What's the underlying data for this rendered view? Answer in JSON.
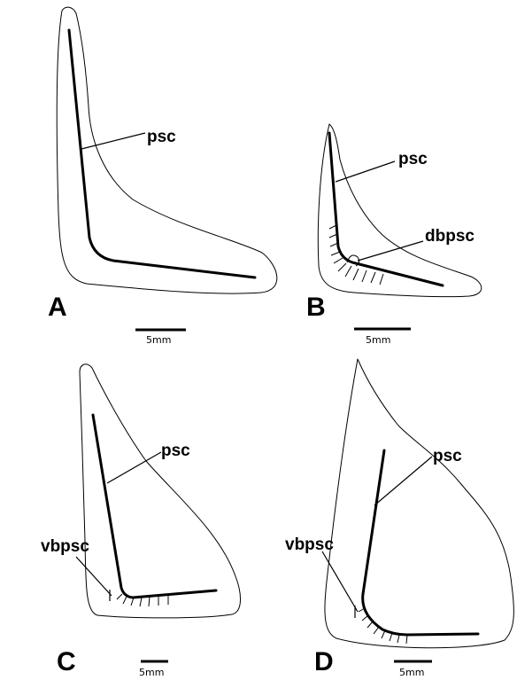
{
  "panels": {
    "A": {
      "letter": "A",
      "labels": [
        "psc"
      ],
      "scale": "5mm"
    },
    "B": {
      "letter": "B",
      "labels": [
        "psc",
        "dbpsc"
      ],
      "scale": "5mm"
    },
    "C": {
      "letter": "C",
      "labels": [
        "psc",
        "vbpsc"
      ],
      "scale": "5mm"
    },
    "D": {
      "letter": "D",
      "labels": [
        "psc",
        "vbpsc"
      ],
      "scale": "5mm"
    }
  }
}
